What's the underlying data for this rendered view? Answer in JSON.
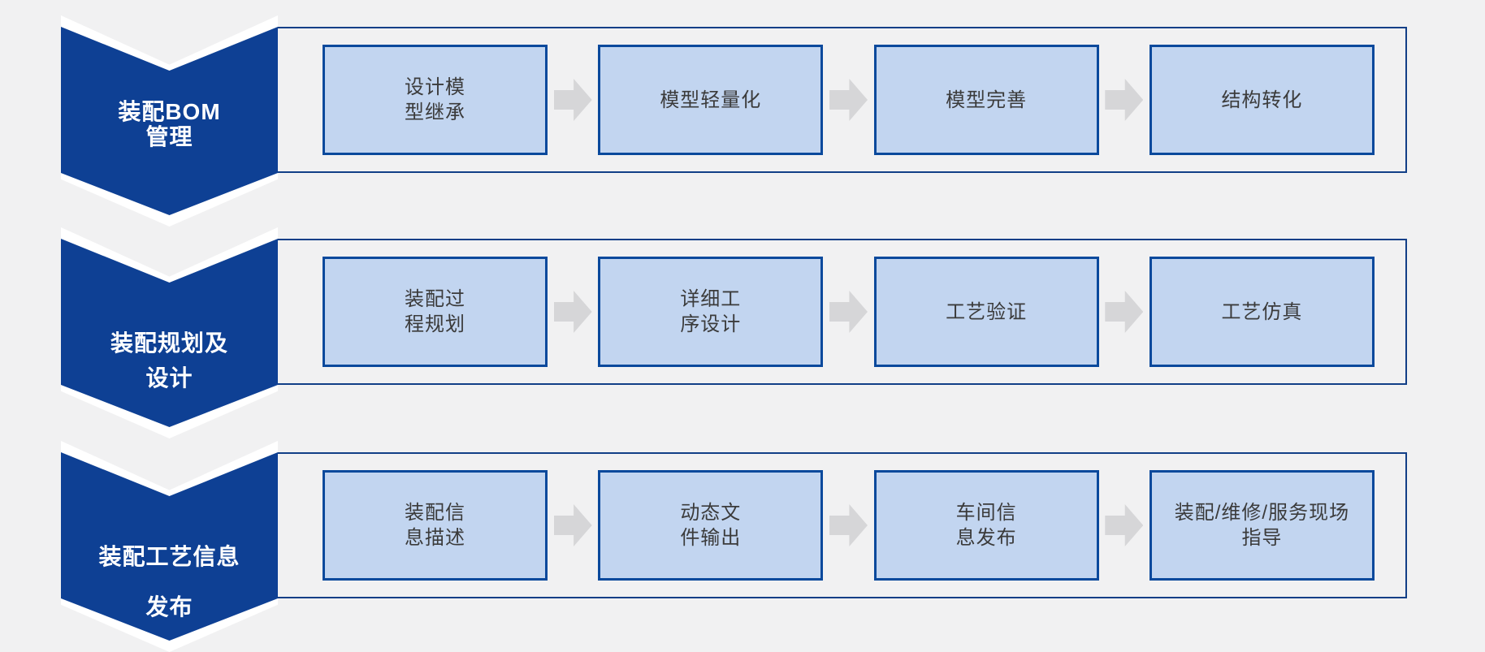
{
  "colors": {
    "page_bg": "#f1f1f2",
    "panel_border": "#123f87",
    "box_fill": "#c2d5f0",
    "box_border": "#0a499c",
    "box_text": "#3b3b3b",
    "arrow_fill": "#d6d6d8",
    "chevron_fill": "#0e4094",
    "chevron_halo": "#ffffff",
    "chevron_text": "#ffffff"
  },
  "icons": {
    "arrow": "right-block-arrow-icon",
    "banner": "down-chevron-banner"
  },
  "rows": [
    {
      "label": "装配BOM\n管理",
      "steps": [
        "设计模\n型继承",
        "模型轻量化",
        "模型完善",
        "结构转化"
      ]
    },
    {
      "label": "装配规划及\n设计",
      "steps": [
        "装配过\n程规划",
        "详细工\n序设计",
        "工艺验证",
        "工艺仿真"
      ]
    },
    {
      "label": "装配工艺信息\n发布",
      "steps": [
        "装配信\n息描述",
        "动态文\n件输出",
        "车间信\n息发布",
        "装配/维修/服务现场\n指导"
      ]
    }
  ]
}
